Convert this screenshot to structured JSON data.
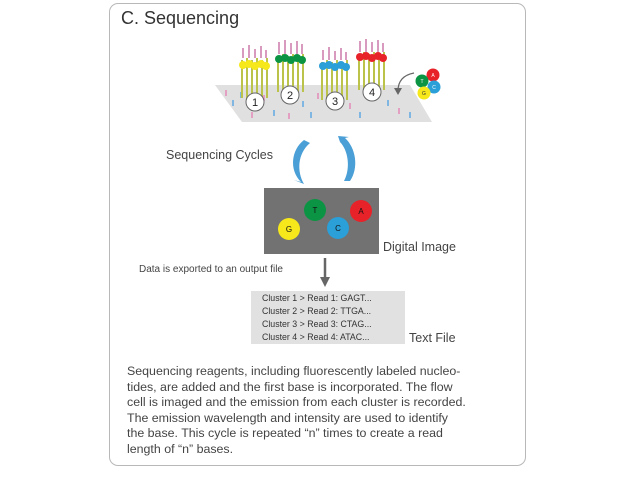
{
  "panel_title": "C. Sequencing",
  "clusters": [
    {
      "number": "1"
    },
    {
      "number": "2"
    },
    {
      "number": "3"
    },
    {
      "number": "4"
    }
  ],
  "nucleotides": {
    "A": "A",
    "T": "T",
    "G": "G",
    "C": "C"
  },
  "colors": {
    "A": "#e82229",
    "T": "#0b9444",
    "G": "#f6e81b",
    "C": "#2a9fd8",
    "arrow": "#4a9fd6"
  },
  "sequencing_cycles_label": "Sequencing Cycles",
  "digital_image_label": "Digital Image",
  "export_label": "Data is exported to an output file",
  "text_file_label": "Text File",
  "reads": [
    "Cluster 1 > Read 1: GAGT...",
    "Cluster 2 > Read 2: TTGA...",
    "Cluster 3 > Read 3: CTAG...",
    "Cluster 4 > Read 4: ATAC..."
  ],
  "description_lines": [
    "Sequencing reagents, including fluorescently labeled nucleo-",
    "tides, are added and the first base is incorporated. The flow",
    "cell is imaged and the emission from each cluster is recorded.",
    "The emission wavelength and intensity are used to identify",
    "the base. This cycle is repeated “n” times to create a read",
    "length of “n” bases."
  ]
}
